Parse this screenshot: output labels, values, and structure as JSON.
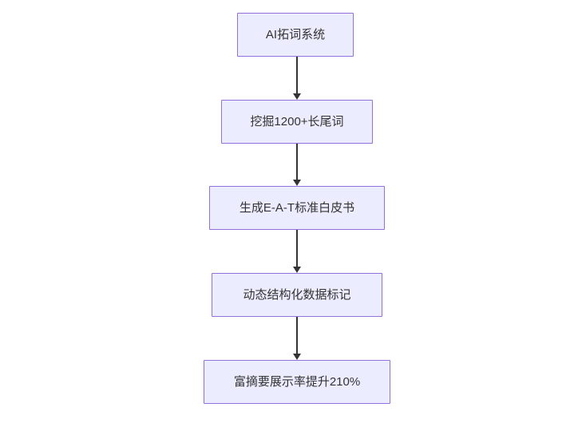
{
  "diagram": {
    "type": "flowchart",
    "direction": "top-down",
    "nodes": [
      {
        "id": "n1",
        "label": "AI拓词系统"
      },
      {
        "id": "n2",
        "label": "挖掘1200+长尾词"
      },
      {
        "id": "n3",
        "label": "生成E-A-T标准白皮书"
      },
      {
        "id": "n4",
        "label": "动态结构化数据标记"
      },
      {
        "id": "n5",
        "label": "富摘要展示率提升210%"
      }
    ],
    "edges": [
      {
        "from": "n1",
        "to": "n2"
      },
      {
        "from": "n2",
        "to": "n3"
      },
      {
        "from": "n3",
        "to": "n4"
      },
      {
        "from": "n4",
        "to": "n5"
      }
    ],
    "colors": {
      "node_fill": "#ececff",
      "node_border": "#9370db",
      "arrow": "#333333",
      "text": "#333333",
      "background": "#ffffff"
    }
  }
}
